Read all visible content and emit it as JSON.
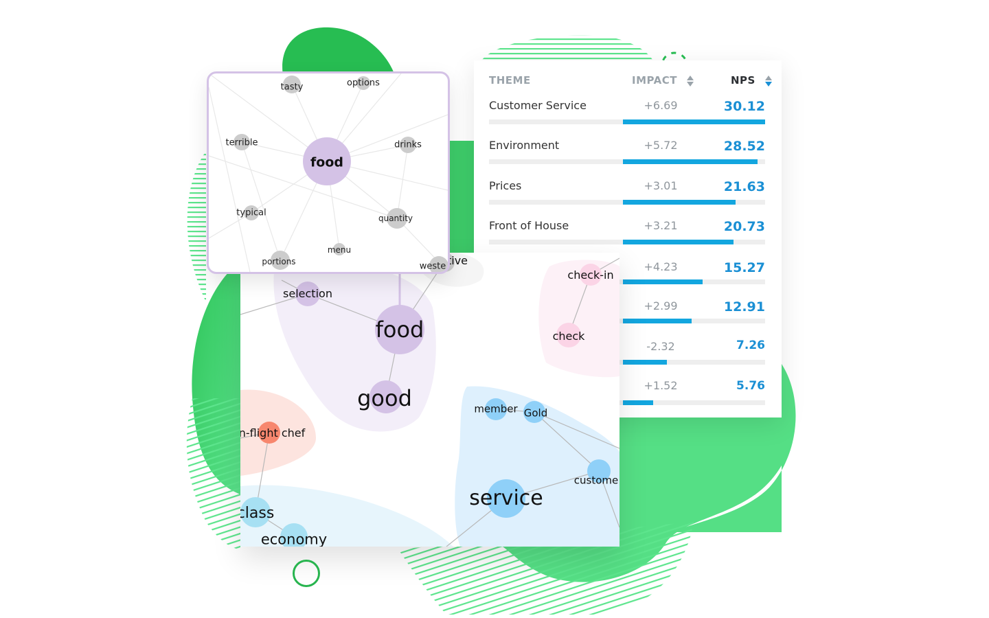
{
  "colors": {
    "green_dark": "#27bd52",
    "green_light": "#55df85",
    "stripe": "#5de58d",
    "accent_blue": "#13a6df",
    "nps_blue": "#1a8fd4",
    "purple_node": "#d4c2e6",
    "grey_node": "#cccccc",
    "orange_node": "#f7876e",
    "blue_node": "#8fd0f8",
    "pink_node": "#fbd4e6"
  },
  "zoom_view": {
    "center_node": "food",
    "nodes": [
      {
        "label": "tasty"
      },
      {
        "label": "options"
      },
      {
        "label": "terrible"
      },
      {
        "label": "drinks"
      },
      {
        "label": "food"
      },
      {
        "label": "typical"
      },
      {
        "label": "quantity"
      },
      {
        "label": "menu"
      },
      {
        "label": "portions"
      },
      {
        "label": "weste"
      }
    ]
  },
  "graph": {
    "nodes": [
      {
        "label": "tive"
      },
      {
        "label": "selection"
      },
      {
        "label": "food"
      },
      {
        "label": "good"
      },
      {
        "label": "n-flight chef"
      },
      {
        "label": "class"
      },
      {
        "label": "economy"
      },
      {
        "label": "check-in"
      },
      {
        "label": "check"
      },
      {
        "label": "member"
      },
      {
        "label": "Gold"
      },
      {
        "label": "custome"
      },
      {
        "label": "service"
      }
    ]
  },
  "table": {
    "headers": {
      "theme": "THEME",
      "impact": "IMPACT",
      "nps": "NPS"
    },
    "sort": {
      "column": "NPS",
      "direction": "desc"
    },
    "rows": [
      {
        "theme": "Customer Service",
        "impact": "+6.69",
        "nps": "30.12",
        "bar_pct": 100
      },
      {
        "theme": "Environment",
        "impact": "+5.72",
        "nps": "28.52",
        "bar_pct": 95
      },
      {
        "theme": "Prices",
        "impact": "+3.01",
        "nps": "21.63",
        "bar_pct": 79
      },
      {
        "theme": "Front of House",
        "impact": "+3.21",
        "nps": "20.73",
        "bar_pct": 78
      },
      {
        "theme": "",
        "impact": "+4.23",
        "nps": "15.27",
        "bar_pct": 56
      },
      {
        "theme": "",
        "impact": "+2.99",
        "nps": "12.91",
        "bar_pct": 48
      },
      {
        "theme": "",
        "impact": "-2.32",
        "nps": "7.26",
        "bar_pct": 31
      },
      {
        "theme": "",
        "impact": "+1.52",
        "nps": "5.76",
        "bar_pct": 21
      }
    ]
  }
}
